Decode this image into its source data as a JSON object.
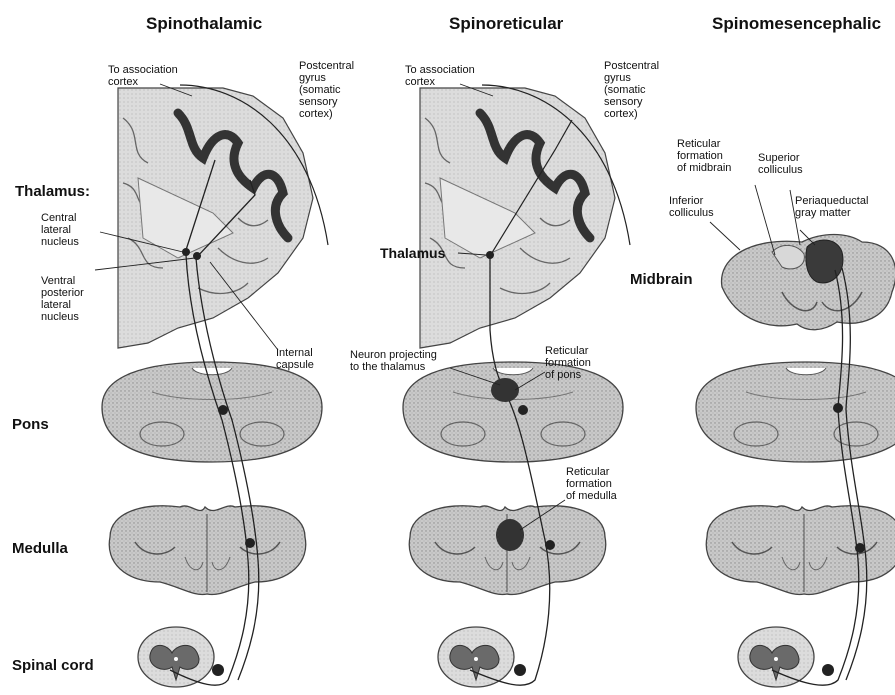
{
  "columns": {
    "spinothalamic": "Spinothalamic",
    "spinoreticular": "Spinoreticular",
    "spinomesencephalic": "Spinomesencephalic"
  },
  "levels": {
    "thalamus": "Thalamus:",
    "pons": "Pons",
    "medulla": "Medulla",
    "spinal_cord": "Spinal cord",
    "midbrain": "Midbrain"
  },
  "labels": {
    "assoc_1": "To association\ncortex",
    "postcentral_1": "Postcentral\ngyrus\n(somatic\nsensory\ncortex)",
    "central_lateral": "Central\nlateral\nnucleus",
    "ventral_posterior": "Ventral\nposterior\nlateral\nnucleus",
    "internal_capsule": "Internal\ncapsule",
    "assoc_2": "To association\ncortex",
    "postcentral_2": "Postcentral\ngyrus\n(somatic\nsensory\ncortex)",
    "thalamus_2": "Thalamus",
    "neuron_projecting": "Neuron projecting\nto the thalamus",
    "reticular_pons": "Reticular\nformation\nof pons",
    "reticular_medulla": "Reticular\nformation\nof medulla",
    "reticular_midbrain": "Reticular\nformation\nof midbrain",
    "superior_colliculus": "Superior\ncolliculus",
    "inferior_colliculus": "Inferior\ncolliculus",
    "periaqueductal": "Periaqueductal\ngray matter"
  }
}
